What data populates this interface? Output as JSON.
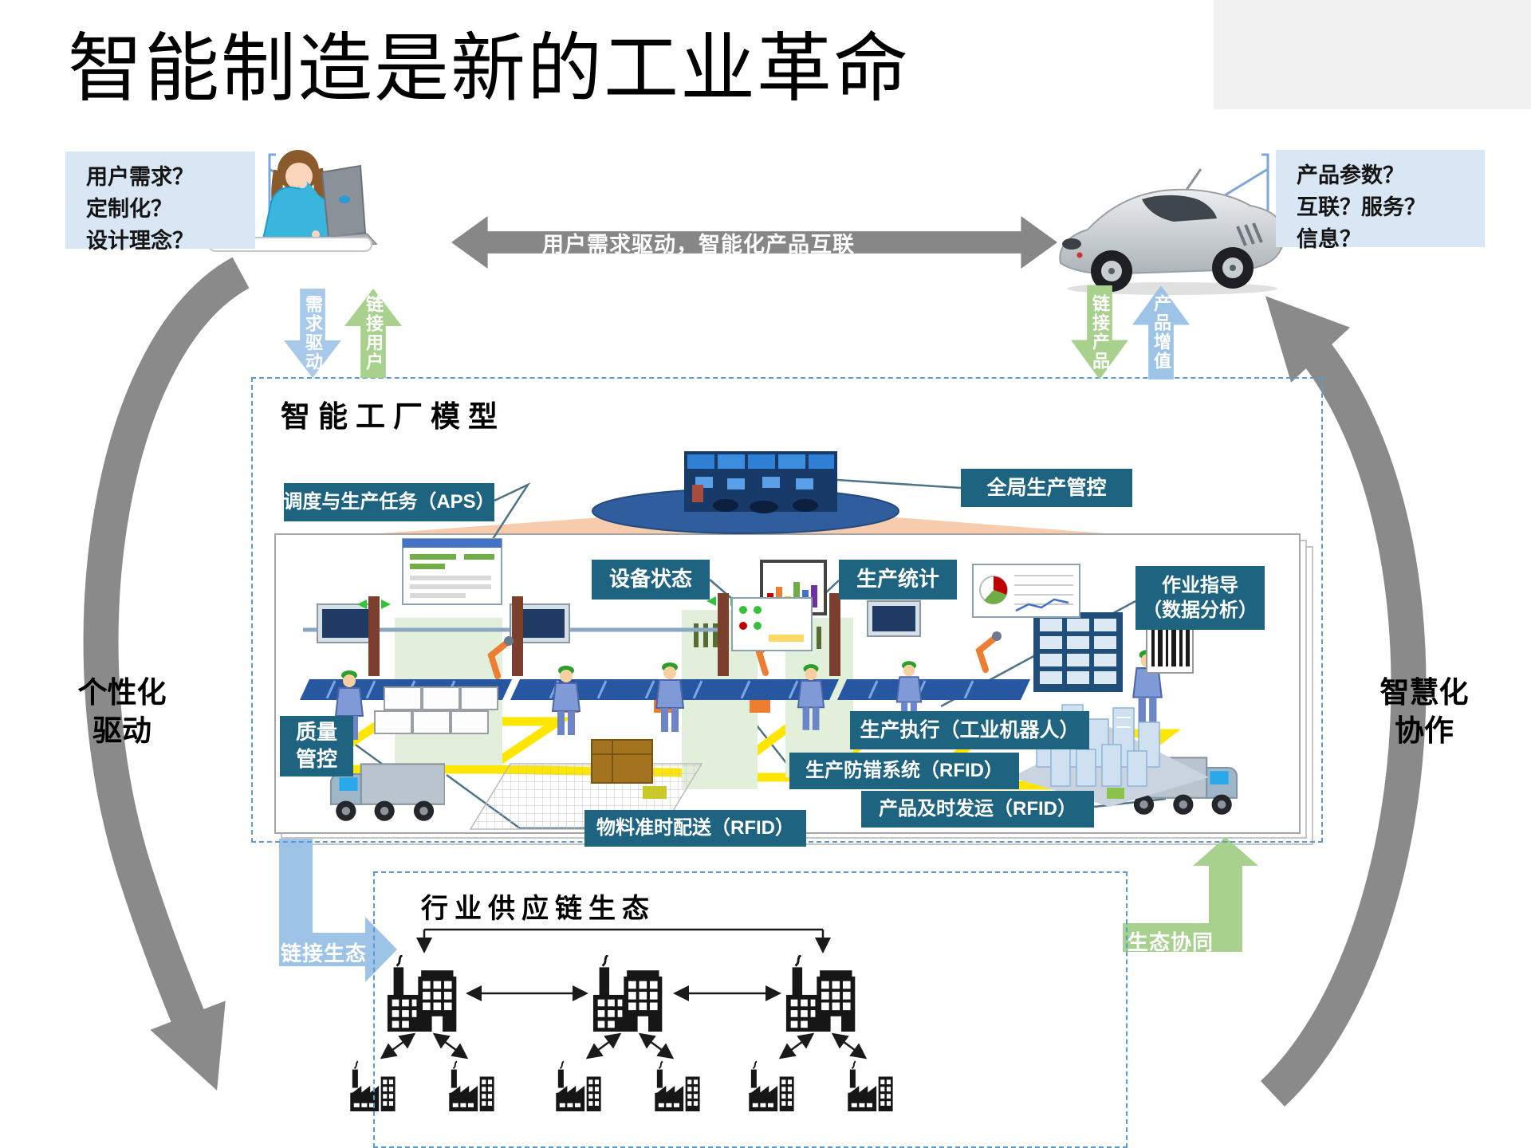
{
  "slide_title": "智能制造是新的工业革命",
  "top_section": {
    "user_questions": {
      "line1": "用户需求？",
      "line2": "定制化？",
      "line3": "设计理念？"
    },
    "product_questions": {
      "line1": "产品参数？",
      "line2": "互联？服务？",
      "line3": "信息？"
    },
    "center_arrow_label": "用户需求驱动，智能化产品互联"
  },
  "vertical_arrows": {
    "demand_drive": "需求驱动",
    "link_user": "链接用户",
    "link_product": "链接产品",
    "product_value": "产品增值"
  },
  "smart_factory": {
    "title": "智能工厂模型",
    "labels": {
      "aps": "调度与生产任务（APS）",
      "global_control": "全局生产管控",
      "device_status": "设备状态",
      "production_stats": "生产统计",
      "work_guidance_line1": "作业指导",
      "work_guidance_line2": "（数据分析）",
      "quality_line1": "质量",
      "quality_line2": "管控",
      "production_execution": "生产执行（工业机器人）",
      "error_proofing": "生产防错系统（RFID）",
      "material_delivery": "物料准时配送（RFID）",
      "product_shipping": "产品及时发运（RFID）"
    }
  },
  "supply_chain": {
    "title": "行业供应链生态"
  },
  "side_labels": {
    "left_line1": "个性化",
    "left_line2": "驱动",
    "right_line1": "智慧化",
    "right_line2": "协作",
    "link_ecosystem": "链接生态",
    "eco_synergy": "生态协同"
  },
  "colors": {
    "teal_label": "#1e6480",
    "light_blue_box": "#d9e7f4",
    "blue_arrow": "#9dc3e6",
    "green_arrow": "#a9d18e",
    "gray_arrow": "#878787",
    "dashed_border": "#5b9bd5",
    "peach_beam": "#f8cbad",
    "ellipse_blue": "#2f5d9e"
  }
}
